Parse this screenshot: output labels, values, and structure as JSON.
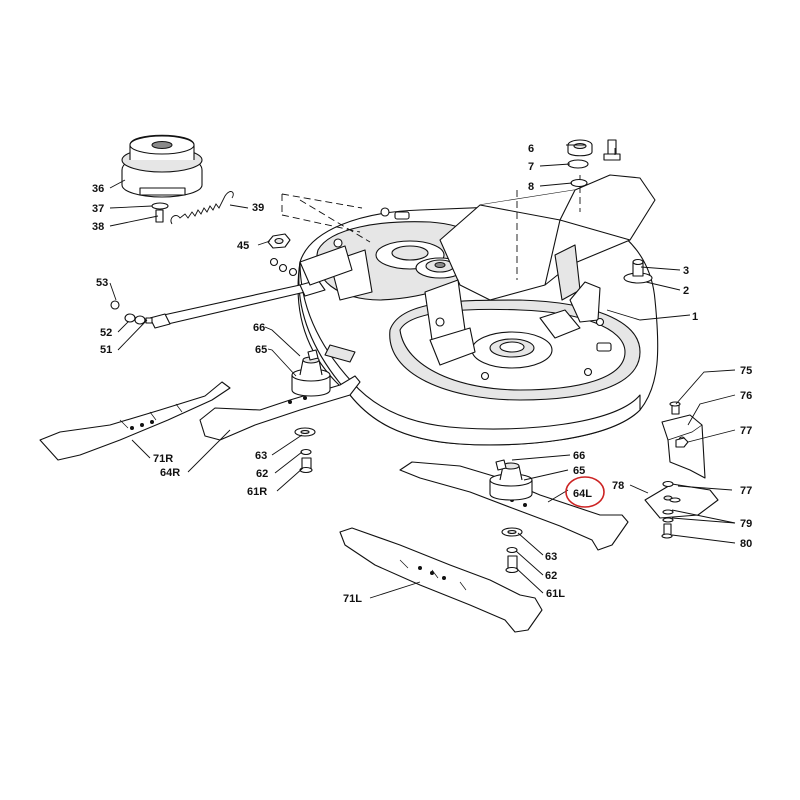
{
  "highlight": {
    "color": "#cc2222",
    "label_ref": "64L"
  },
  "labels": {
    "l1": "1",
    "l2": "2",
    "l3": "3",
    "l6": "6",
    "l7": "7",
    "l8": "8",
    "l36": "36",
    "l37": "37",
    "l38": "38",
    "l39": "39",
    "l45": "45",
    "l53": "53",
    "l52": "52",
    "l51": "51",
    "l66a": "66",
    "l65a": "65",
    "l63a": "63",
    "l62a": "62",
    "l61r": "61R",
    "l71r": "71R",
    "l64r": "64R",
    "l66b": "66",
    "l65b": "65",
    "l64l": "64L",
    "l63b": "63",
    "l62b": "62",
    "l61l": "61L",
    "l71l": "71L",
    "l75": "75",
    "l76": "76",
    "l77a": "77",
    "l78": "78",
    "l77b": "77",
    "l79": "79",
    "l80": "80"
  }
}
